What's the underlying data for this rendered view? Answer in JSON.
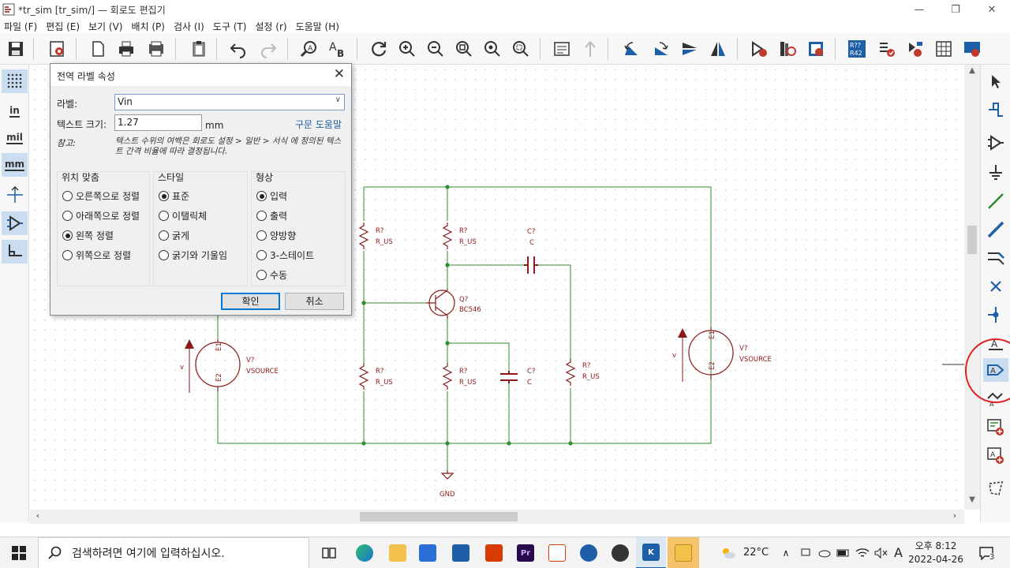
{
  "window": {
    "title": "*tr_sim [tr_sim/] — 회로도 편집기",
    "minimize": "—",
    "maximize": "❐",
    "close": "✕"
  },
  "menu": [
    "파일 (F)",
    "편집 (E)",
    "보기 (V)",
    "배치 (P)",
    "검사 (I)",
    "도구 (T)",
    "설정 (r)",
    "도움말 (H)"
  ],
  "toolbar_icons": [
    "save-icon",
    "schematic-setup-icon",
    "page-settings-icon",
    "print-icon",
    "plot-icon",
    "paste-icon",
    "undo-icon",
    "redo-icon",
    "find-icon",
    "find-replace-icon",
    "refresh-icon",
    "zoom-in-icon",
    "zoom-out-icon",
    "zoom-fit-icon",
    "zoom-objects-icon",
    "zoom-selection-icon",
    "hierarchy-navigator-icon",
    "leave-sheet-icon",
    "rotate-ccw-icon",
    "rotate-cw-icon",
    "mirror-v-icon",
    "mirror-h-icon",
    "symbol-editor-icon",
    "symbol-library-browser-icon",
    "footprint-editor-icon",
    "annotate-icon",
    "erc-icon",
    "assign-footprints-icon",
    "bom-table-icon",
    "pcb-icon"
  ],
  "left_toolbar": {
    "units_in": "in",
    "units_mil": "mil",
    "units_mm": "mm"
  },
  "dialog": {
    "title": "전역 라벨 속성",
    "close": "✕",
    "label_caption": "라벨:",
    "label_value": "Vin",
    "text_size_caption": "텍스트 크기:",
    "text_size_value": "1.27",
    "unit": "mm",
    "syntax_help": "구문 도움말",
    "note_caption": "참고:",
    "note_text": "텍스트 수위의 여백은 회로도 설정 > 일반 > 서식 에 정의된 텍스트 간격 비율에 따라 결정됩니다.",
    "justify": {
      "title": "위치 맞춤",
      "options": [
        "오른쪽으로 정렬",
        "아래쪽으로 정렬",
        "왼쪽 정렬",
        "위쪽으로 정렬"
      ],
      "selected": 2
    },
    "style": {
      "title": "스타일",
      "options": [
        "표준",
        "이탤릭체",
        "굵게",
        "굵기와 기울임"
      ],
      "selected": 0
    },
    "shape": {
      "title": "형상",
      "options": [
        "입력",
        "출력",
        "양방향",
        "3-스테이트",
        "수동"
      ],
      "selected": 0
    },
    "ok": "확인",
    "cancel": "취소"
  },
  "schematic": {
    "labels": {
      "r1_ref": "R?",
      "r1_val": "R_US",
      "r2_ref": "R?",
      "r2_val": "R_US",
      "c1_ref": "C?",
      "c1_val": "C",
      "q_ref": "Q?",
      "q_val": "BC546",
      "v1_ref": "V?",
      "v1_val": "VSOURCE",
      "v1_e1": "E1",
      "v1_e2": "E2",
      "v1_sig": "v",
      "r3_ref": "R?",
      "r3_val": "R_US",
      "r4_ref": "R?",
      "r4_val": "R_US",
      "c2_ref": "C?",
      "c2_val": "C",
      "r5_ref": "R?",
      "r5_val": "R_US",
      "v2_ref": "V?",
      "v2_val": "VSOURCE",
      "v2_e1": "E1",
      "v2_e2": "E2",
      "v2_sig": "v",
      "gnd": "GND"
    },
    "wire_color": "#2e8b2e",
    "component_color": "#8b1a1a"
  },
  "taskbar": {
    "search_placeholder": "검색하려면 여기에 입력하십시오.",
    "weather": "22°C",
    "ime": "A",
    "time": "오후 8:12",
    "date": "2022-04-26",
    "notifications": "3"
  }
}
